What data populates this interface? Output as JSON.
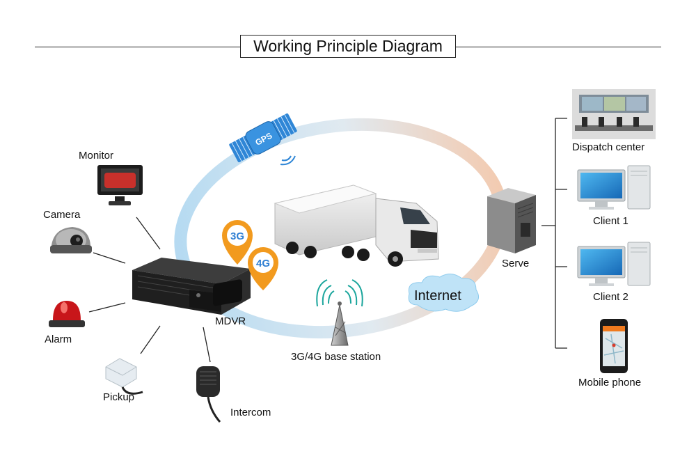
{
  "title": "Working Principle Diagram",
  "peripherals": {
    "monitor": "Monitor",
    "camera": "Camera",
    "alarm": "Alarm",
    "pickup": "Pickup",
    "intercom": "Intercom"
  },
  "center": {
    "mdvr": "MDVR",
    "badge_3g": "3G",
    "badge_4g": "4G",
    "gps": "GPS",
    "base_station": "3G/4G base station",
    "internet": "Internet",
    "server": "Serve"
  },
  "clients": {
    "dispatch": "Dispatch center",
    "client1": "Client 1",
    "client2": "Client 2",
    "mobile": "Mobile phone"
  },
  "colors": {
    "ring_blue": "#a9d4ef",
    "ring_peach": "#f0c2a4",
    "badge_orange": "#f29a1e",
    "badge_blue": "#2f7fd3",
    "gps_blue": "#2f86d6",
    "cloud_blue": "#bfe3f7",
    "line": "#222222"
  }
}
